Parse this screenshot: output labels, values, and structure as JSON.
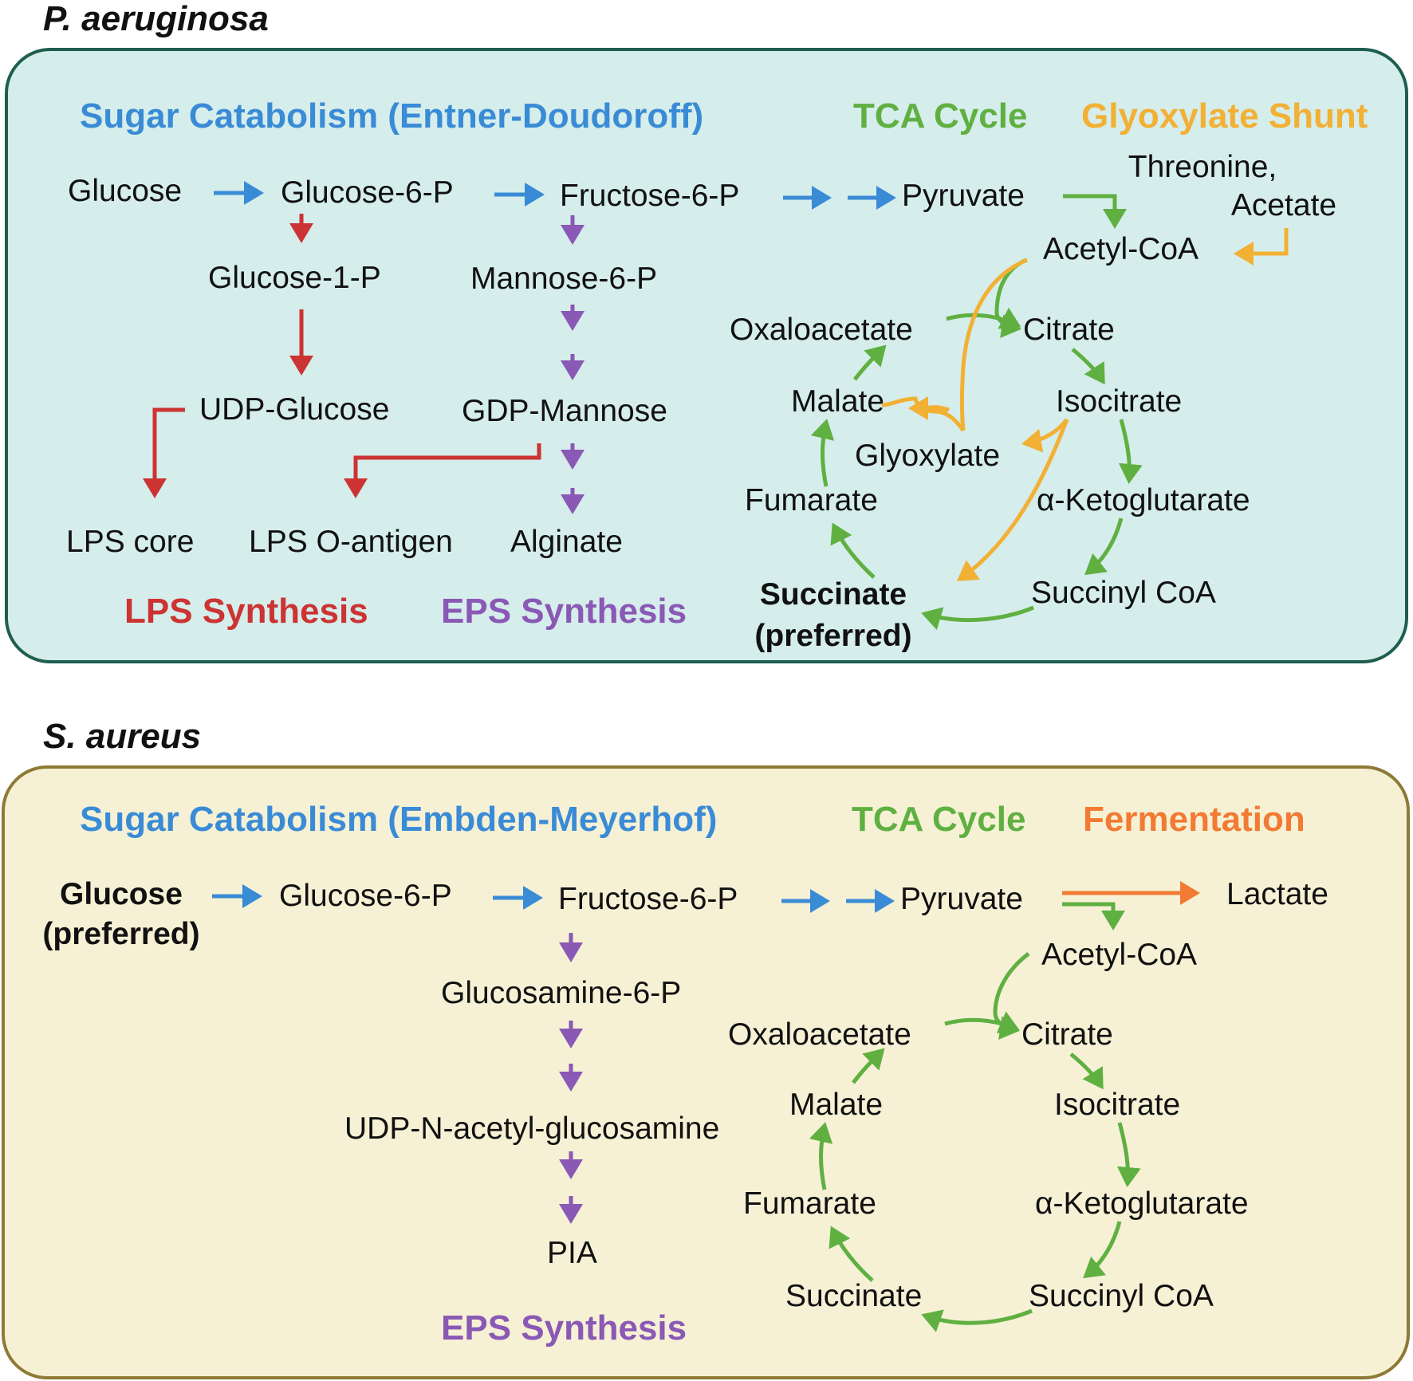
{
  "colors": {
    "blue": "#3a8bd6",
    "red": "#cc3333",
    "purple": "#8a58b5",
    "green": "#5fb041",
    "glyoxylate": "#f2b034",
    "fermentation": "#f27a32",
    "panel_pa_fill": "#d5edeb",
    "panel_pa_border": "#1f5e4e",
    "panel_sa_fill": "#f6f1d5",
    "panel_sa_border": "#8e7a35"
  },
  "pa": {
    "title": "P. aeruginosa",
    "headers": {
      "sugar": "Sugar Catabolism (Entner-Doudoroff)",
      "tca": "TCA Cycle",
      "glyoxylate": "Glyoxylate Shunt",
      "lps": "LPS Synthesis",
      "eps": "EPS Synthesis"
    },
    "nodes": {
      "glucose": "Glucose",
      "glucose6p": "Glucose-6-P",
      "fructose6p": "Fructose-6-P",
      "pyruvate": "Pyruvate",
      "threonine": "Threonine,",
      "acetate": "Acetate",
      "acetylcoa": "Acetyl-CoA",
      "glucose1p": "Glucose-1-P",
      "mannose6p": "Mannose-6-P",
      "oxaloacetate": "Oxaloacetate",
      "citrate": "Citrate",
      "udpglucose": "UDP-Glucose",
      "gdpmannose": "GDP-Mannose",
      "malate": "Malate",
      "isocitrate": "Isocitrate",
      "glyoxylate": "Glyoxylate",
      "fumarate": "Fumarate",
      "aketo": "α-Ketoglutarate",
      "lpscore": "LPS core",
      "lpsoantigen": "LPS O-antigen",
      "alginate": "Alginate",
      "succinate": "Succinate",
      "preferred": "(preferred)",
      "succinylcoa": "Succinyl CoA"
    }
  },
  "sa": {
    "title": "S. aureus",
    "headers": {
      "sugar": "Sugar Catabolism (Embden-Meyerhof)",
      "tca": "TCA Cycle",
      "fermentation": "Fermentation",
      "eps": "EPS Synthesis"
    },
    "nodes": {
      "glucose": "Glucose",
      "preferred": "(preferred)",
      "glucose6p": "Glucose-6-P",
      "fructose6p": "Fructose-6-P",
      "pyruvate": "Pyruvate",
      "lactate": "Lactate",
      "acetylcoa": "Acetyl-CoA",
      "glucosamine6p": "Glucosamine-6-P",
      "oxaloacetate": "Oxaloacetate",
      "citrate": "Citrate",
      "malate": "Malate",
      "isocitrate": "Isocitrate",
      "udpnag": "UDP-N-acetyl-glucosamine",
      "fumarate": "Fumarate",
      "aketo": "α-Ketoglutarate",
      "pia": "PIA",
      "succinate": "Succinate",
      "succinylcoa": "Succinyl CoA"
    }
  }
}
